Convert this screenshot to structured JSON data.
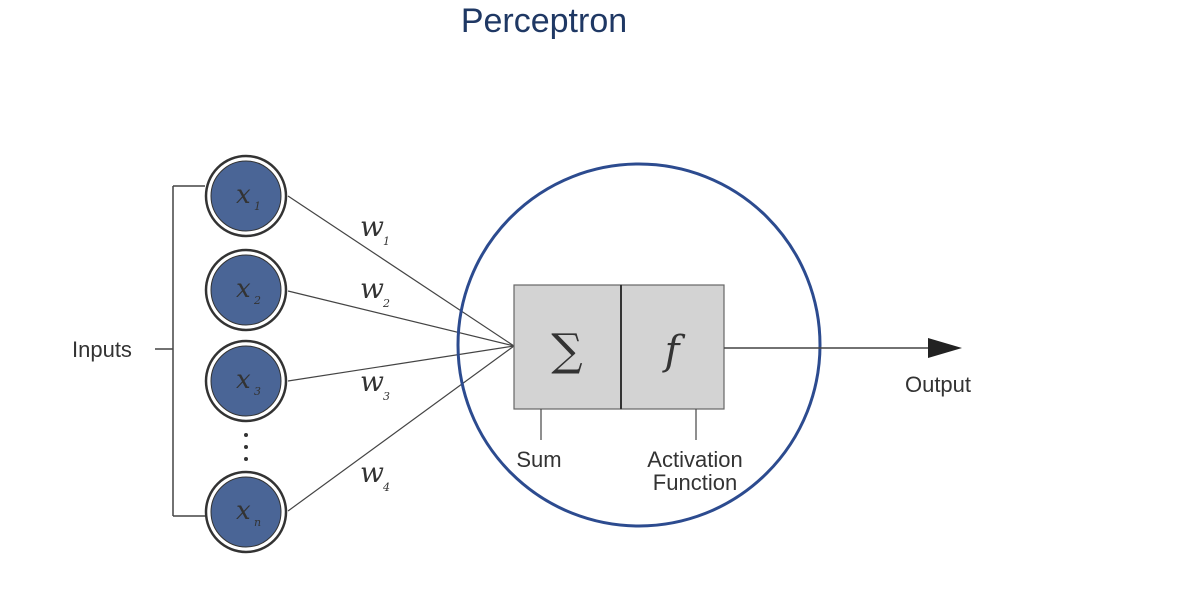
{
  "title": "Perceptron",
  "inputs_label": "Inputs",
  "inputs": [
    {
      "symbol": "x",
      "sub": "1"
    },
    {
      "symbol": "x",
      "sub": "2"
    },
    {
      "symbol": "x",
      "sub": "3"
    },
    {
      "symbol": "x",
      "sub": "n"
    }
  ],
  "weights": [
    {
      "symbol": "w",
      "sub": "1"
    },
    {
      "symbol": "w",
      "sub": "2"
    },
    {
      "symbol": "w",
      "sub": "3"
    },
    {
      "symbol": "w",
      "sub": "4"
    }
  ],
  "sum_symbol": "∑",
  "activation_symbol": "f",
  "sum_label": "Sum",
  "activation_label_line1": "Activation",
  "activation_label_line2": "Function",
  "output_label": "Output",
  "colors": {
    "title": "#1f3864",
    "input_node_fill": "#4a6596",
    "neuron_ring": "#2c4b8f",
    "box_fill": "#d3d3d3"
  }
}
